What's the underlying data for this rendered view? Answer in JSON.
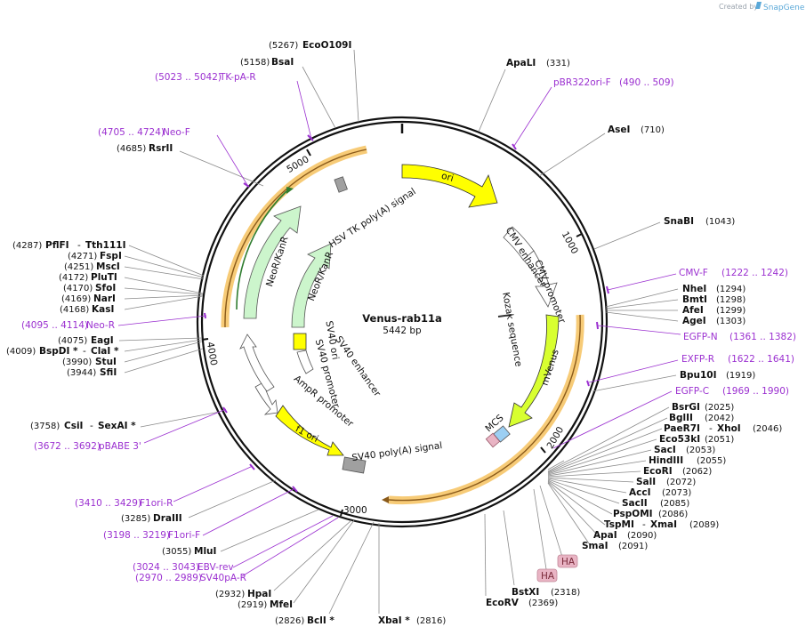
{
  "watermark": {
    "prefix": "Created by",
    "brand": "SnapGene"
  },
  "plasmid": {
    "name": "Venus-rab11a",
    "size": "5442 bp"
  },
  "ticks": [
    "1000",
    "2000",
    "3000",
    "4000",
    "5000"
  ],
  "features": {
    "ori": "ori",
    "cmv_enhancer": "CMV enhancer",
    "cmv_promoter": "CMV promoter",
    "kozak": "Kozak sequence",
    "mvenus": "mVenus",
    "mcs": "MCS",
    "sv40_polya": "SV40 poly(A) signal",
    "f1_ori": "f1 ori",
    "ampr_promoter": "AmpR promoter",
    "sv40_promoter": "SV40 promoter",
    "sv40_ori": "SV40 ori",
    "sv40_enhancer": "SV40 enhancer",
    "neokan_outer": "NeoR/KanR",
    "neokan_inner": "NeoR/KanR",
    "hsv_tk": "HSV TK poly(A) signal",
    "ha1": "HA",
    "ha2": "HA"
  },
  "enzymes_right": [
    {
      "name": "ApaLI",
      "pos": "(331)"
    },
    {
      "name": "AseI",
      "pos": "(710)"
    },
    {
      "name": "SnaBI",
      "pos": "(1043)"
    },
    {
      "name": "NheI",
      "pos": "(1294)"
    },
    {
      "name": "BmtI",
      "pos": "(1298)"
    },
    {
      "name": "AfeI",
      "pos": "(1299)"
    },
    {
      "name": "AgeI",
      "pos": "(1303)"
    },
    {
      "name": "Bpu10I",
      "pos": "(1919)"
    },
    {
      "name": "BsrGI",
      "pos": "(2025)"
    },
    {
      "name": "BglII",
      "pos": "(2042)"
    },
    {
      "name": "PaeR7I",
      "sep": "-",
      "name2": "XhoI",
      "pos": "(2046)"
    },
    {
      "name": "Eco53kI",
      "pos": "(2051)"
    },
    {
      "name": "SacI",
      "pos": "(2053)"
    },
    {
      "name": "HindIII",
      "pos": "(2055)"
    },
    {
      "name": "EcoRI",
      "pos": "(2062)"
    },
    {
      "name": "SalI",
      "pos": "(2072)"
    },
    {
      "name": "AccI",
      "pos": "(2073)"
    },
    {
      "name": "SacII",
      "pos": "(2085)"
    },
    {
      "name": "PspOMI",
      "pos": "(2086)"
    },
    {
      "name": "TspMI",
      "sep": "-",
      "name2": "XmaI",
      "pos": "(2089)"
    },
    {
      "name": "ApaI",
      "pos": "(2090)"
    },
    {
      "name": "SmaI",
      "pos": "(2091)"
    },
    {
      "name": "BstXI",
      "pos": "(2318)"
    },
    {
      "name": "EcoRV",
      "pos": "(2369)"
    }
  ],
  "enzymes_left": [
    {
      "name": "EcoO109I",
      "pos": "(5267)"
    },
    {
      "name": "BsaI",
      "pos": "(5158)"
    },
    {
      "name": "RsrII",
      "pos": "(4685)"
    },
    {
      "name": "PflFI",
      "sep": "-",
      "name2": "Tth111I",
      "pos": "(4287)"
    },
    {
      "name": "FspI",
      "pos": "(4271)"
    },
    {
      "name": "MscI",
      "pos": "(4251)"
    },
    {
      "name": "PluTI",
      "pos": "(4172)"
    },
    {
      "name": "SfoI",
      "pos": "(4170)"
    },
    {
      "name": "NarI",
      "pos": "(4169)"
    },
    {
      "name": "KasI",
      "pos": "(4168)"
    },
    {
      "name": "EagI",
      "pos": "(4075)"
    },
    {
      "name": "BspDI *",
      "sep": "-",
      "name2": "ClaI *",
      "pos": "(4009)"
    },
    {
      "name": "StuI",
      "pos": "(3990)"
    },
    {
      "name": "SfiI",
      "pos": "(3944)"
    },
    {
      "name": "CsiI",
      "sep": "-",
      "name2": "SexAI *",
      "pos": "(3758)"
    },
    {
      "name": "DraIII",
      "pos": "(3285)"
    },
    {
      "name": "MluI",
      "pos": "(3055)"
    },
    {
      "name": "HpaI",
      "pos": "(2932)"
    },
    {
      "name": "MfeI",
      "pos": "(2919)"
    },
    {
      "name": "BclI *",
      "pos": "(2826)"
    },
    {
      "name": "XbaI *",
      "pos": "(2816)"
    }
  ],
  "primers": [
    {
      "name": "pBR322ori-F",
      "pos": "(490 .. 509)"
    },
    {
      "name": "CMV-F",
      "pos": "(1222 .. 1242)"
    },
    {
      "name": "EGFP-N",
      "pos": "(1361 .. 1382)"
    },
    {
      "name": "EXFP-R",
      "pos": "(1622 .. 1641)"
    },
    {
      "name": "EGFP-C",
      "pos": "(1969 .. 1990)"
    },
    {
      "name": "TK-pA-R",
      "pos": "(5023 .. 5042)"
    },
    {
      "name": "Neo-F",
      "pos": "(4705 .. 4724)"
    },
    {
      "name": "Neo-R",
      "pos": "(4095 .. 4114)"
    },
    {
      "name": "pBABE 3'",
      "pos": "(3672 .. 3692)"
    },
    {
      "name": "F1ori-R",
      "pos": "(3410 .. 3429)"
    },
    {
      "name": "F1ori-F",
      "pos": "(3198 .. 3219)"
    },
    {
      "name": "EBV-rev",
      "pos": "(3024 .. 3043)"
    },
    {
      "name": "SV40pA-R",
      "pos": "(2970 .. 2989)"
    }
  ],
  "colors": {
    "backbone": "#111111",
    "ori": "#ffff00",
    "mvenus": "#d8ff30",
    "neokan": "#ccf5cc",
    "promoter": "#ffffff",
    "polya": "#a0a0a0",
    "primer": "#9b30d0",
    "orf_highlight": "#f4b94a",
    "ha": "#e9b4c4",
    "mcs": "#9ccff3"
  }
}
